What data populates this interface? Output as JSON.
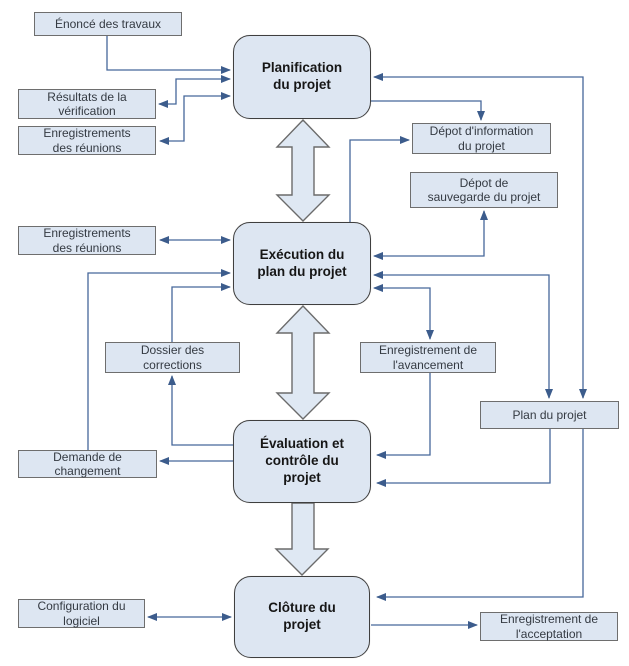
{
  "diagram": {
    "processes": [
      {
        "id": "planification",
        "label": "Planification\ndu projet"
      },
      {
        "id": "execution",
        "label": "Exécution du\nplan du projet"
      },
      {
        "id": "evaluation",
        "label": "Évaluation et\ncontrôle du\nprojet"
      },
      {
        "id": "cloture",
        "label": "Clôture du\nprojet"
      }
    ],
    "artifacts": [
      {
        "id": "enonce-travaux",
        "label": "Énoncé des travaux"
      },
      {
        "id": "resultats-verif",
        "label": "Résultats de la\nvérification"
      },
      {
        "id": "enreg-reunions-1",
        "label": "Enregistrements\ndes réunions"
      },
      {
        "id": "depot-information",
        "label": "Dépot d'information\ndu projet"
      },
      {
        "id": "depot-sauvegarde",
        "label": "Dépot de\nsauvegarde du projet"
      },
      {
        "id": "enreg-reunions-2",
        "label": "Enregistrements\ndes réunions"
      },
      {
        "id": "dossier-corrections",
        "label": "Dossier des\ncorrections"
      },
      {
        "id": "enreg-avancement",
        "label": "Enregistrement de\nl'avancement"
      },
      {
        "id": "plan-du-projet",
        "label": "Plan du projet"
      },
      {
        "id": "demande-changement",
        "label": "Demande de\nchangement"
      },
      {
        "id": "config-logiciel",
        "label": "Configuration du\nlogiciel"
      },
      {
        "id": "enreg-acceptation",
        "label": "Enregistrement de\nl'acceptation"
      }
    ],
    "colors": {
      "node_fill": "#dde6f2",
      "node_border": "#3f3f3f",
      "artifact_border": "#6e6e6e",
      "connector": "#46679a",
      "arrowhead": "#3c5c8c",
      "block_arrow_fill": "#dfe8f3",
      "block_arrow_border": "#6b6b6b",
      "background": "#ffffff"
    }
  }
}
